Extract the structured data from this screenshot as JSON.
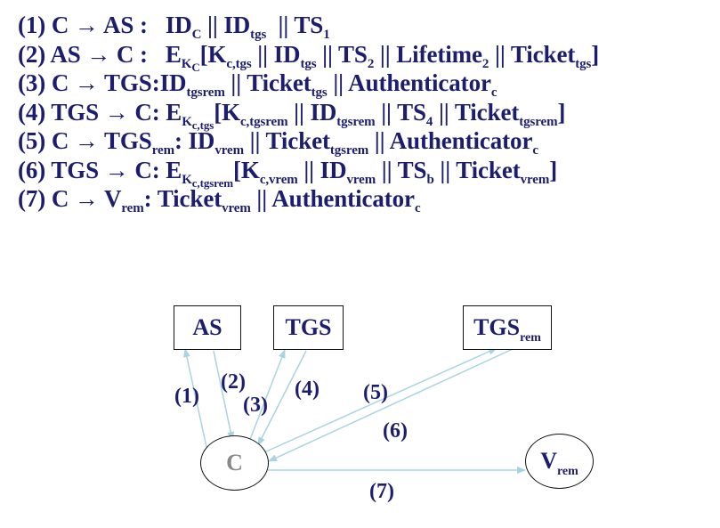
{
  "protocol": {
    "steps": [
      {
        "num": "(1)",
        "from": "C",
        "to": "AS",
        "sep": " :  ",
        "msg": [
          "ID",
          "C",
          " || ID",
          "tgs",
          "  || TS",
          "1"
        ]
      },
      {
        "num": "(2)",
        "from": "AS",
        "to": "C",
        "sep": " :  ",
        "msg": [
          "E",
          "K",
          "C",
          "[K",
          "c,tgs",
          " || ID",
          "tgs",
          " || TS",
          "2",
          " || Lifetime",
          "2",
          " || Ticket",
          "tgs",
          "]"
        ]
      },
      {
        "num": "(3)",
        "from": "C",
        "to": "TGS",
        "sep": ":",
        "msg": [
          "ID",
          "tgsrem",
          " || Ticket",
          "tgs",
          " || Authenticator",
          "c"
        ]
      },
      {
        "num": "(4)",
        "from": "TGS",
        "to": "C",
        "sep": ": ",
        "msg": [
          "E",
          "K",
          "c,tgs",
          "[K",
          "c,tgsrem",
          " || ID",
          "tgsrem",
          " || TS",
          "4",
          " || Ticket",
          "tgsrem",
          "]"
        ]
      },
      {
        "num": "(5)",
        "from": "C",
        "to": "TGS",
        "to_sub": "rem",
        "sep": ": ",
        "msg": [
          "ID",
          "vrem",
          " || Ticket",
          "tgsrem",
          " || Authenticator",
          "c"
        ]
      },
      {
        "num": "(6)",
        "from": "TGS",
        "to": "C",
        "sep": ": ",
        "msg": [
          "E",
          "K",
          "c,tgsrem",
          "[K",
          "c,vrem",
          " || ID",
          "vrem",
          " || TS",
          "b",
          " || Ticket",
          "vrem",
          "]"
        ]
      },
      {
        "num": "(7)",
        "from": "C",
        "to": "V",
        "to_sub": "rem",
        "sep": ": ",
        "msg": [
          "Ticket",
          "vrem",
          " || Authenticator",
          "c"
        ]
      }
    ],
    "arrow_glyph": "→"
  },
  "diagram": {
    "nodes": {
      "as": {
        "label": "AS"
      },
      "tgs": {
        "label": "TGS"
      },
      "tgsrem": {
        "label": "TGS",
        "sub": "rem"
      },
      "client": {
        "label": "C"
      },
      "vrem": {
        "label": "V",
        "sub": "rem"
      }
    },
    "arrow_labels": [
      "(1)",
      "(2)",
      "(3)",
      "(4)",
      "(5)",
      "(6)",
      "(7)"
    ],
    "colors": {
      "text": "#1d1d6e",
      "arrow": "#a8d4e0",
      "border": "#111111",
      "client_label": "#888888"
    }
  }
}
